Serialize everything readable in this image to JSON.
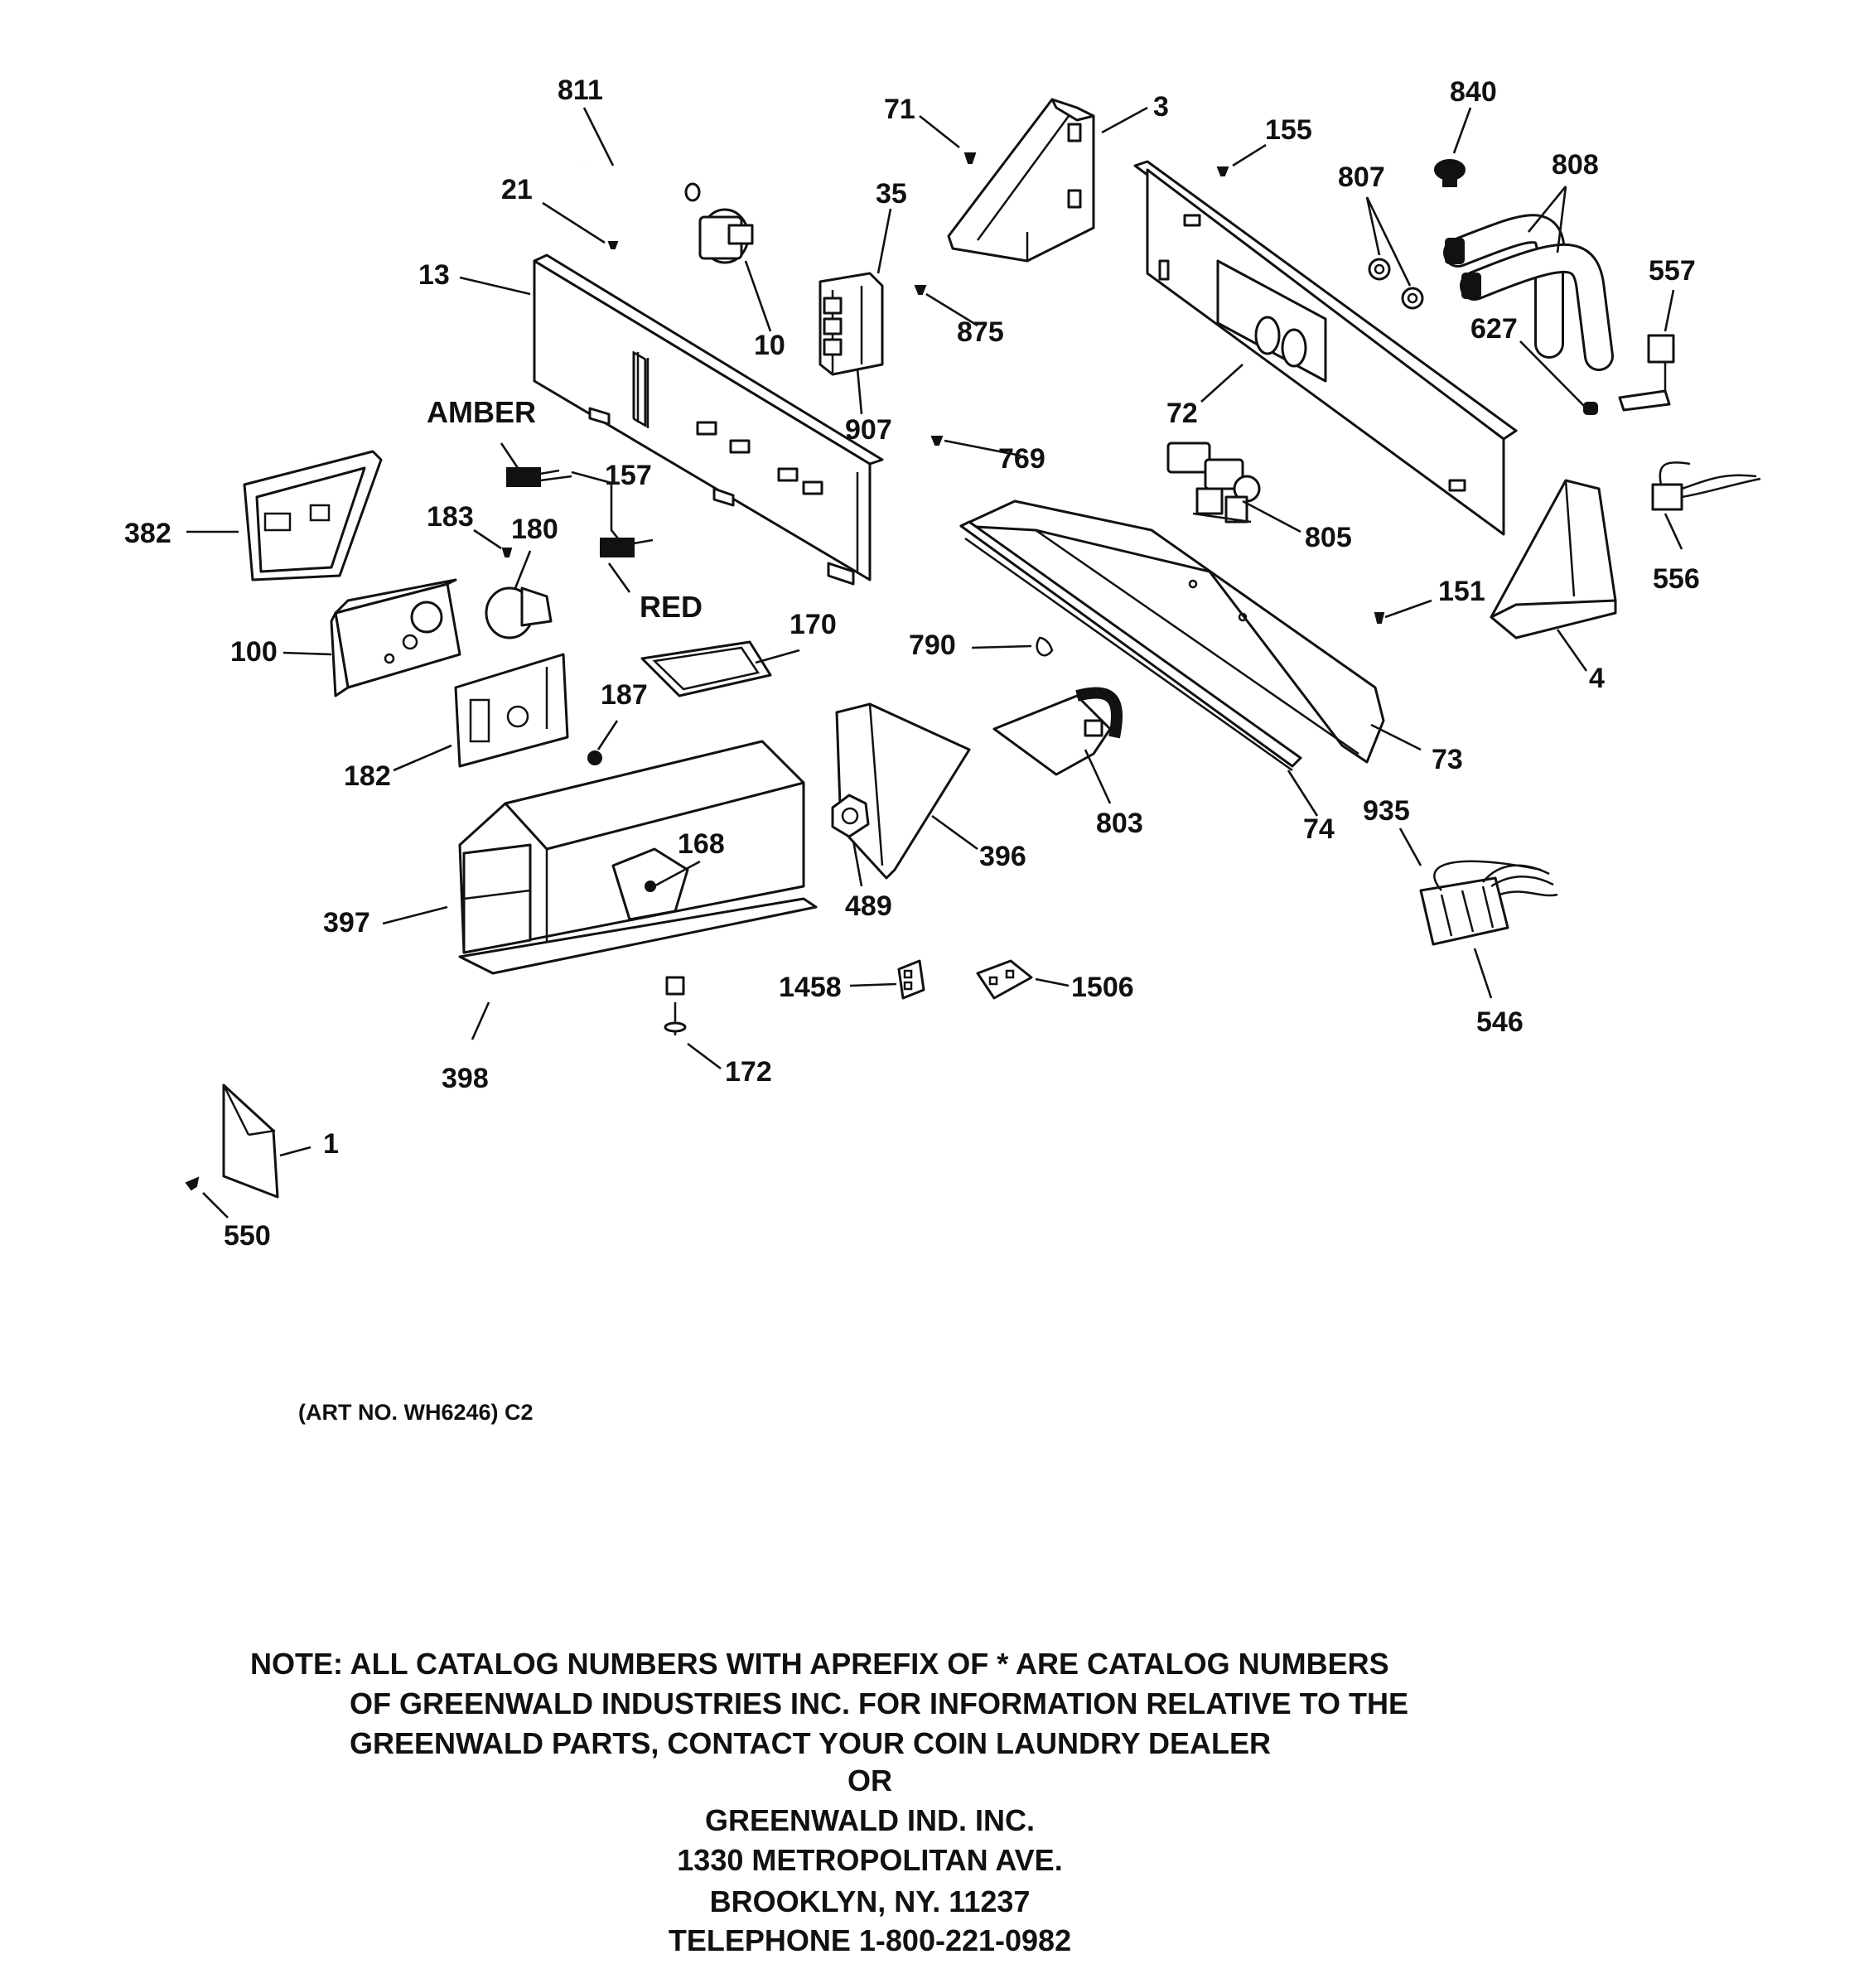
{
  "callouts": {
    "c811": "811",
    "c71": "71",
    "c3": "3",
    "c840": "840",
    "c155": "155",
    "c807": "807",
    "c808": "808",
    "c21": "21",
    "c35": "35",
    "c13": "13",
    "c10": "10",
    "c875": "875",
    "c557": "557",
    "c627": "627",
    "c72": "72",
    "c907": "907",
    "c769": "769",
    "c157": "157",
    "c183": "183",
    "c180": "180",
    "c382": "382",
    "c805": "805",
    "c151": "151",
    "c556": "556",
    "c170": "170",
    "c790": "790",
    "c100": "100",
    "c187": "187",
    "c4": "4",
    "c182": "182",
    "c73": "73",
    "c168": "168",
    "c396": "396",
    "c803": "803",
    "c74": "74",
    "c935": "935",
    "c489": "489",
    "c397": "397",
    "c1458": "1458",
    "c1506": "1506",
    "c546": "546",
    "c398": "398",
    "c172": "172",
    "c1": "1",
    "c550": "550"
  },
  "labels": {
    "amber": "AMBER",
    "red": "RED"
  },
  "art_number": "(ART NO. WH6246) C2",
  "note": {
    "line1": "NOTE: ALL CATALOG NUMBERS WITH APREFIX OF * ARE CATALOG NUMBERS",
    "line2": "OF GREENWALD INDUSTRIES INC. FOR INFORMATION RELATIVE TO THE",
    "line3": "GREENWALD PARTS, CONTACT YOUR COIN LAUNDRY DEALER",
    "line4": "OR",
    "line5": "GREENWALD IND. INC.",
    "line6": "1330 METROPOLITAN AVE.",
    "line7": "BROOKLYN, NY. 11237",
    "line8": "TELEPHONE 1-800-221-0982"
  }
}
